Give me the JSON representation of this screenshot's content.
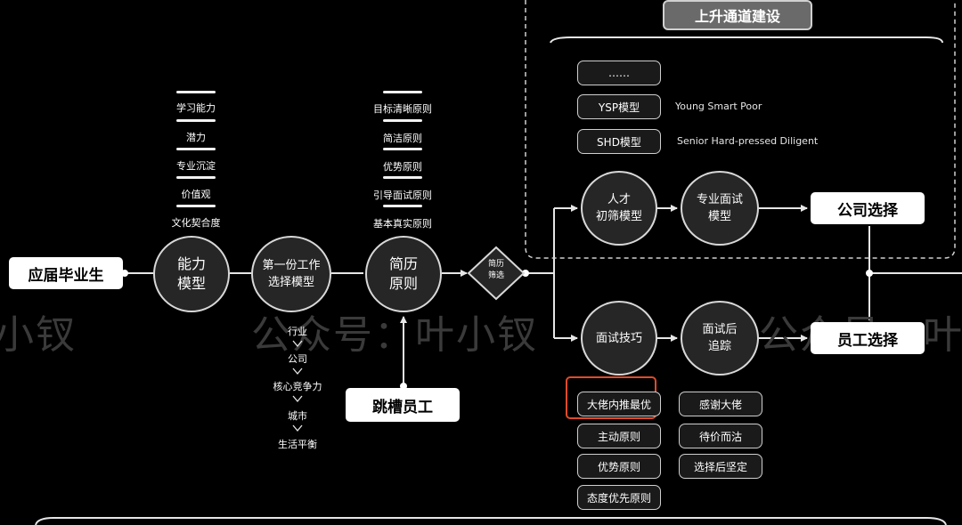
{
  "colors": {
    "background": "#000000",
    "node_fill": "#262626",
    "stroke": "#d8d8d8",
    "highlight": "#e04b2a"
  },
  "watermark": {
    "left": "小钗",
    "middle": "公众号：叶小钗",
    "right": "公众号：叶"
  },
  "header": {
    "title": "上升通道建设"
  },
  "start_box": "应届毕业生",
  "jump_box": "跳槽员工",
  "company_box": "公司选择",
  "employee_box": "员工选择",
  "nodes": {
    "ability": "能力\n模型",
    "first_job": "第一份工作\n选择模型",
    "resume": "简历\n原则",
    "filter": "简历\n筛选",
    "talent": "人才\n初筛模型",
    "pro_interview": "专业面试\n模型",
    "skills": "面试技巧",
    "followup": "面试后\n追踪"
  },
  "ability_items": [
    "学习能力",
    "潜力",
    "专业沉淀",
    "价值观",
    "文化契合度"
  ],
  "resume_items": [
    "目标清晰原则",
    "简洁原则",
    "优势原则",
    "引导面试原则",
    "基本真实原则"
  ],
  "choice_chain": [
    "行业",
    "公司",
    "核心竞争力",
    "城市",
    "生活平衡"
  ],
  "models": [
    {
      "label": "……",
      "desc": ""
    },
    {
      "label": "YSP模型",
      "desc": "Young Smart Poor"
    },
    {
      "label": "SHD模型",
      "desc": "Senior Hard-pressed Diligent"
    }
  ],
  "skill_items": [
    "大佬内推最优",
    "主动原则",
    "优势原则",
    "态度优先原则"
  ],
  "followup_items": [
    "感谢大佬",
    "待价而沽",
    "选择后坚定"
  ]
}
